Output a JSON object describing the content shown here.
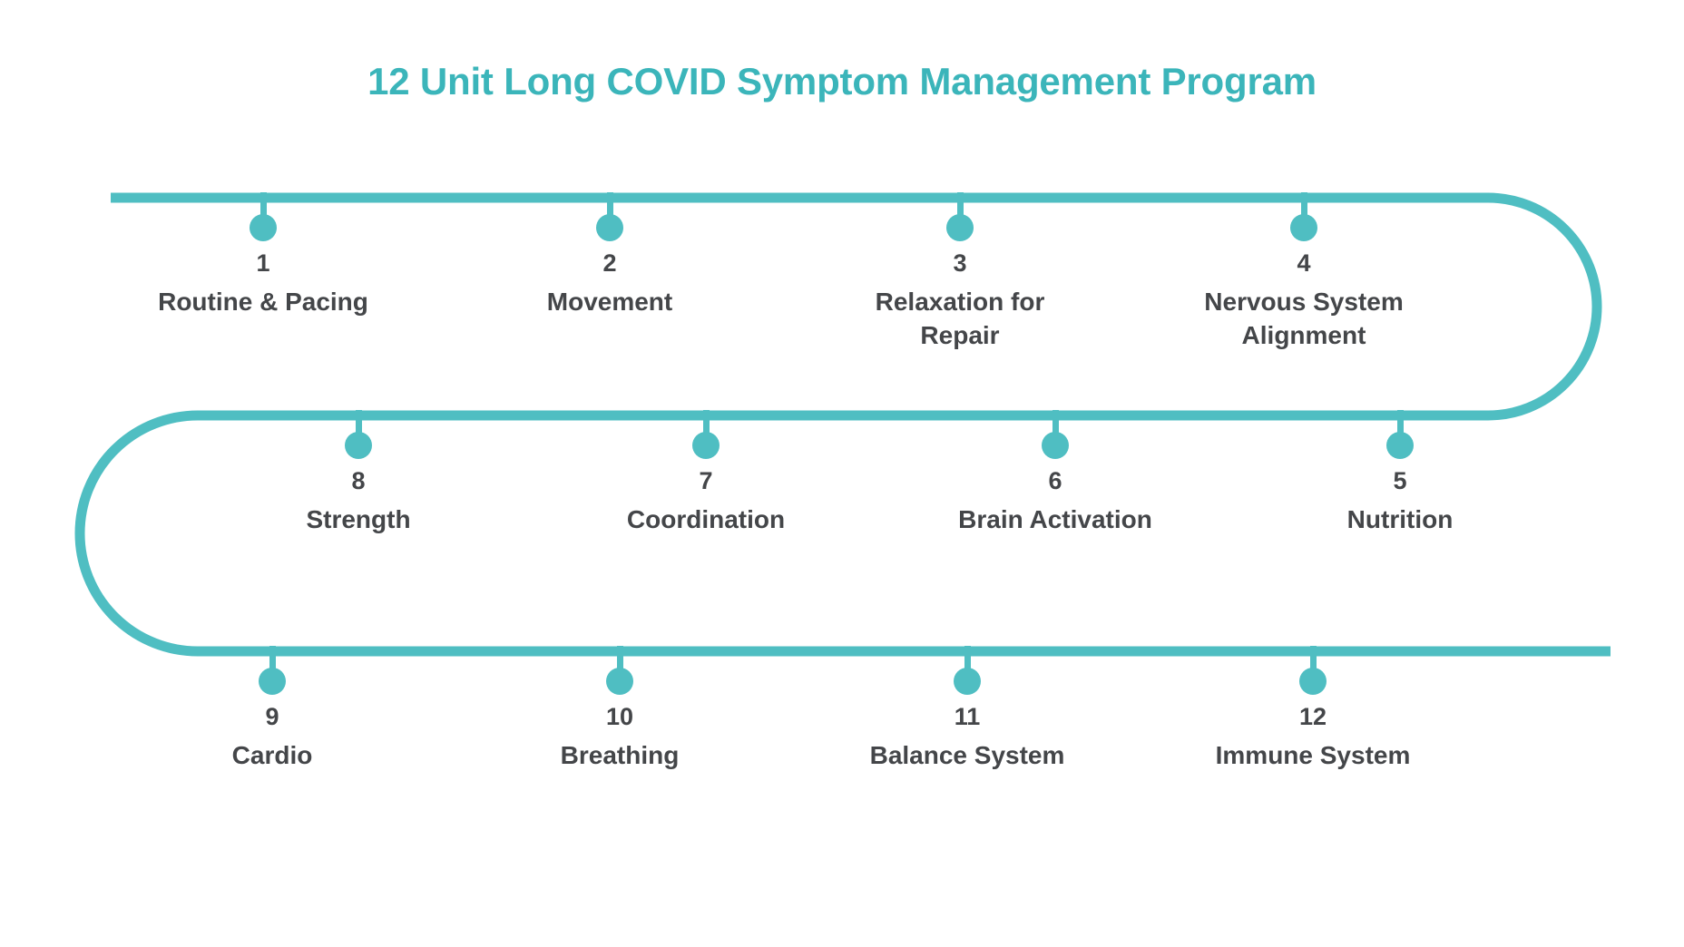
{
  "page": {
    "title": "12 Unit Long COVID Symptom Management Program",
    "background_color": "#ffffff"
  },
  "theme": {
    "accent_color": "#4FBEC2",
    "title_color": "#3BB5BA",
    "text_color": "#444649"
  },
  "diagram": {
    "type": "serpentine-timeline",
    "rows": 3,
    "items_per_row": 4,
    "total_units": 12,
    "rows_data": [
      {
        "direction": "left-to-right",
        "cap": "right"
      },
      {
        "direction": "right-to-left",
        "cap": "left"
      },
      {
        "direction": "left-to-right",
        "cap": "none"
      }
    ],
    "units": [
      {
        "number": "1",
        "label_line1": "Routine & Pacing",
        "label_line2": "",
        "row": 1
      },
      {
        "number": "2",
        "label_line1": "Movement",
        "label_line2": "",
        "row": 1
      },
      {
        "number": "3",
        "label_line1": "Relaxation for",
        "label_line2": "Repair",
        "row": 1
      },
      {
        "number": "4",
        "label_line1": "Nervous System",
        "label_line2": "Alignment",
        "row": 1
      },
      {
        "number": "5",
        "label_line1": "Nutrition",
        "label_line2": "",
        "row": 2
      },
      {
        "number": "6",
        "label_line1": "Brain Activation",
        "label_line2": "",
        "row": 2
      },
      {
        "number": "7",
        "label_line1": "Coordination",
        "label_line2": "",
        "row": 2
      },
      {
        "number": "8",
        "label_line1": "Strength",
        "label_line2": "",
        "row": 2
      },
      {
        "number": "9",
        "label_line1": "Cardio",
        "label_line2": "",
        "row": 3
      },
      {
        "number": "10",
        "label_line1": "Breathing",
        "label_line2": "",
        "row": 3
      },
      {
        "number": "11",
        "label_line1": "Balance System",
        "label_line2": "",
        "row": 3
      },
      {
        "number": "12",
        "label_line1": "Immune System",
        "label_line2": "",
        "row": 3
      }
    ]
  }
}
